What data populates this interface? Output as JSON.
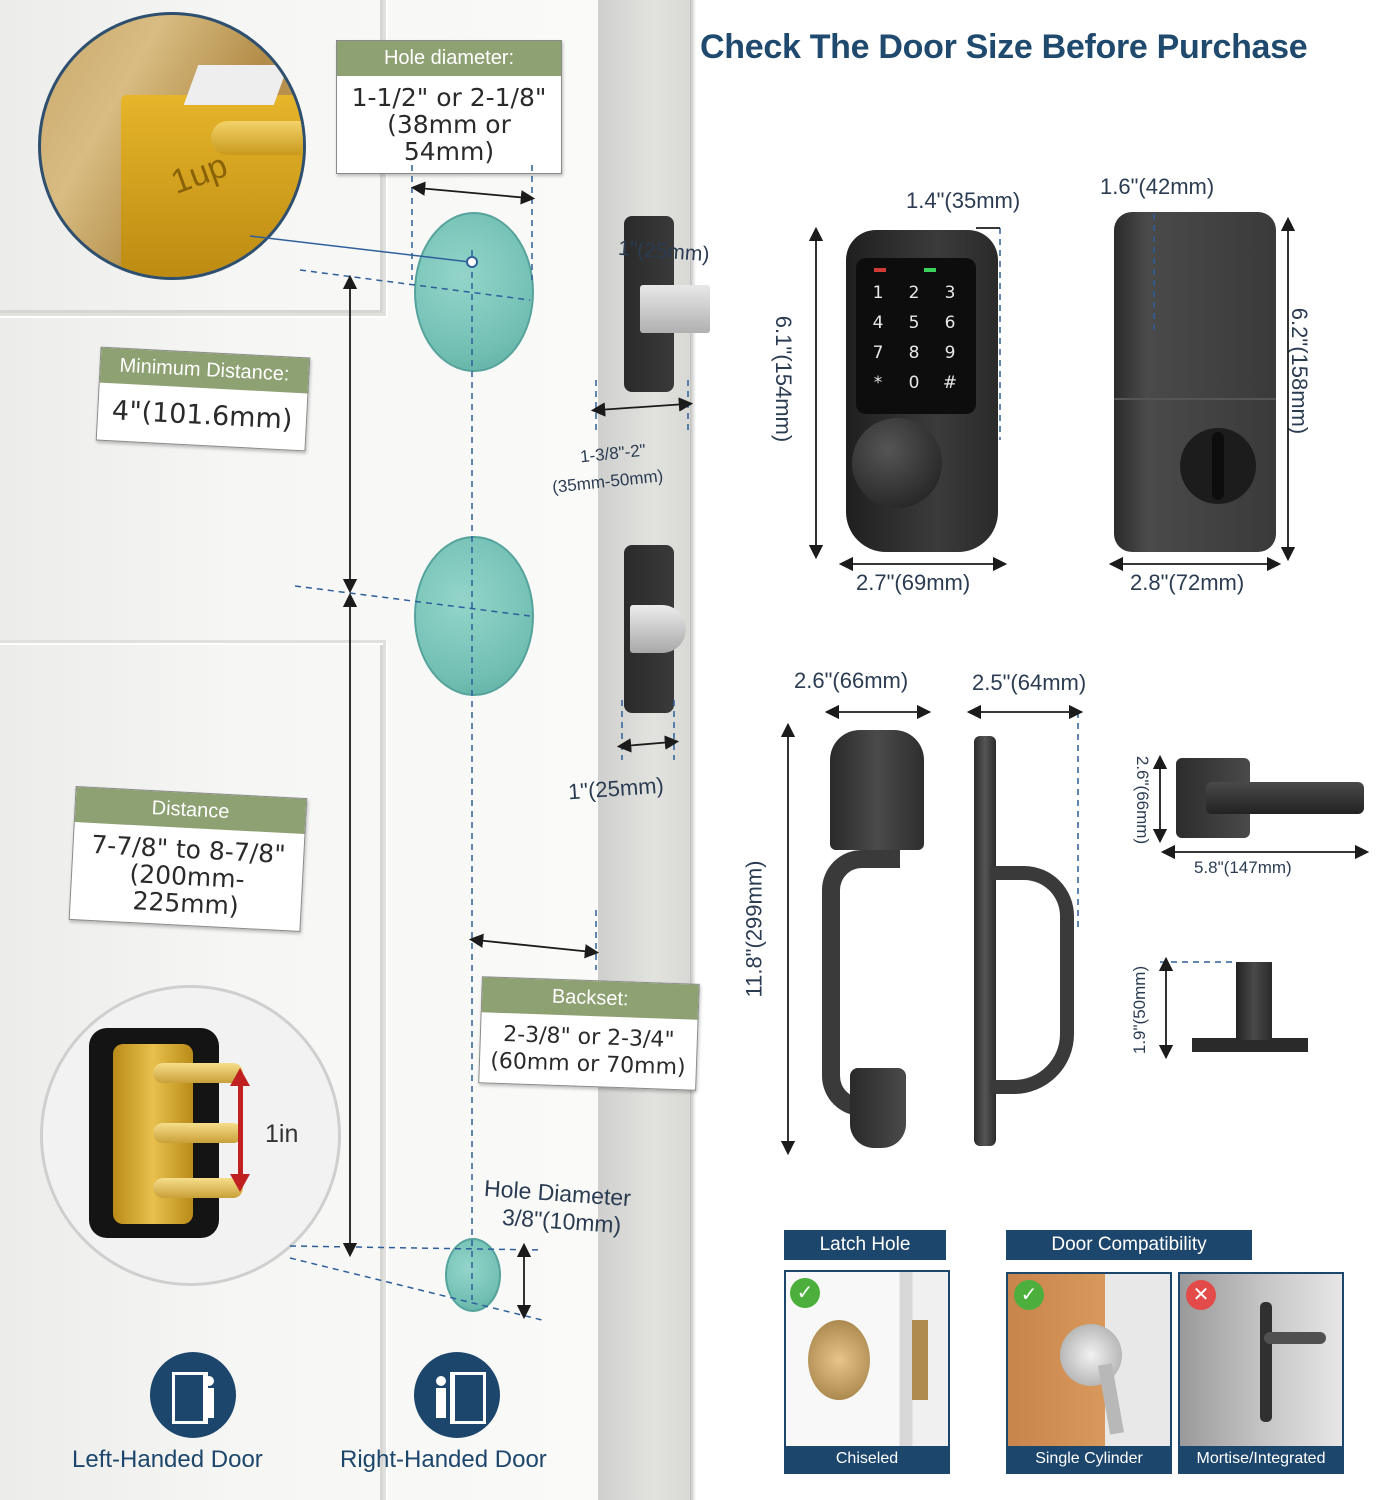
{
  "title": "Check The Door Size Before Purchase",
  "zoom_badge": {
    "brand": "1up"
  },
  "labels": {
    "hole_diameter": {
      "head": "Hole diameter:",
      "line1": "1-1/2\" or 2-1/8\"",
      "line2": "(38mm or 54mm)"
    },
    "minimum_distance": {
      "head": "Minimum Distance:",
      "line1": "4\"(101.6mm)"
    },
    "distance": {
      "head": "Distance",
      "line1": "7-7/8\" to 8-7/8\"",
      "line2": "(200mm-225mm)"
    },
    "backset": {
      "head": "Backset:",
      "line1": "2-3/8\" or 2-3/4\"",
      "line2": "(60mm or 70mm)"
    }
  },
  "door_dims": {
    "faceplate_width": "1\"(25mm)",
    "door_thickness": "1-3/8\"-2\"",
    "door_thickness_mm": "(35mm-50mm)",
    "strike_width": "1\"(25mm)",
    "hole_diameter_small_title": "Hole Diameter",
    "hole_diameter_small_value": "3/8\"(10mm)",
    "hinge_offset": "1in"
  },
  "keypad": {
    "keys": [
      "1",
      "2",
      "3",
      "4",
      "5",
      "6",
      "7",
      "8",
      "9",
      "*",
      "0",
      "#"
    ],
    "depth": "1.4\"(35mm)",
    "height": "6.1\"(154mm)",
    "width": "2.7\"(69mm)"
  },
  "interior": {
    "depth": "1.6\"(42mm)",
    "height": "6.2\"(158mm)",
    "width": "2.8\"(72mm)"
  },
  "handle": {
    "width": "2.6\"(66mm)",
    "depth": "2.5\"(64mm)",
    "height": "11.8\"(299mm)"
  },
  "lever": {
    "height": "2.6\"(66mm)",
    "length": "5.8\"(147mm)",
    "depth": "1.9\"(50mm)"
  },
  "compat": {
    "latch_hole": {
      "head": "Latch Hole",
      "foot": "Chiseled",
      "ok": true
    },
    "door_compat": {
      "head": "Door Compatibility"
    },
    "single_cylinder": {
      "foot": "Single Cylinder",
      "ok": true
    },
    "mortise": {
      "foot": "Mortise/Integrated",
      "ok": false
    }
  },
  "handed": {
    "left": "Left-Handed Door",
    "right": "Right-Handed Door"
  },
  "colors": {
    "navy": "#1d466d",
    "green": "#8ea172",
    "hole": "#6fbfb3",
    "dim": "#2b3c52"
  }
}
